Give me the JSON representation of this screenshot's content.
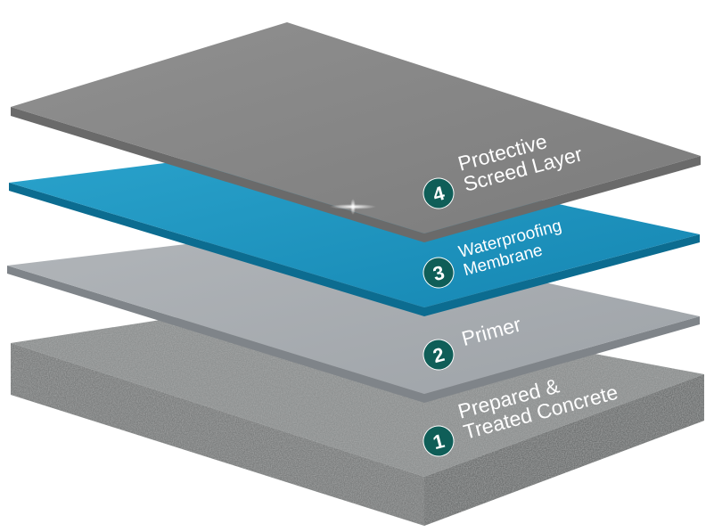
{
  "diagram": {
    "colors": {
      "concrete_top": "#8e9191",
      "concrete_side": "#7b7e7e",
      "primer_top": "#a9adb1",
      "membrane_top": "#1e95bf",
      "screed_top": "#8a8a8a",
      "badge": "#0f5e58"
    },
    "layers": [
      {
        "number": "1",
        "line1": "Prepared &",
        "line2": "Treated Concrete"
      },
      {
        "number": "2",
        "line1": "Primer"
      },
      {
        "number": "3",
        "line1": "Waterproofing",
        "line2": "Membrane"
      },
      {
        "number": "4",
        "line1": "Protective",
        "line2": "Screed Layer"
      }
    ]
  }
}
